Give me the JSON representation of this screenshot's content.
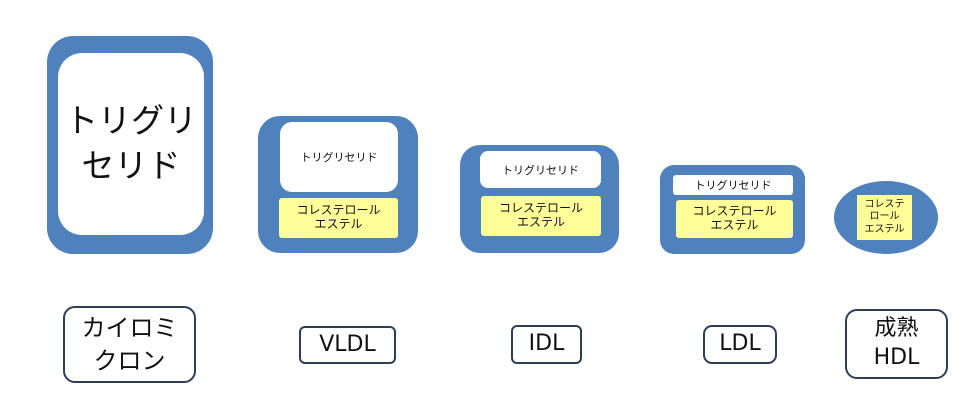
{
  "particles": {
    "chylomicron": {
      "content": "トリグリ\nセリド"
    },
    "vldl": {
      "tg": "トリグリセリド",
      "ce": "コレステロール\nエステル"
    },
    "idl": {
      "tg": "トリグリセリド",
      "ce": "コレステロール\nエステル"
    },
    "ldl": {
      "tg": "トリグリセリド",
      "ce": "コレステロール\nエステル"
    },
    "hdl": {
      "ce": "コレステ\nロール\nエステル"
    }
  },
  "labels": {
    "chylomicron": "カイロミ\nクロン",
    "vldl": "VLDL",
    "idl": "IDL",
    "ldl": "LDL",
    "hdl": "成熟\nHDL"
  },
  "colors": {
    "shell": "#4f81bd",
    "cholesterol_ester": "#ffff99",
    "triglyceride": "#ffffff",
    "label_border": "#2c3e55"
  }
}
